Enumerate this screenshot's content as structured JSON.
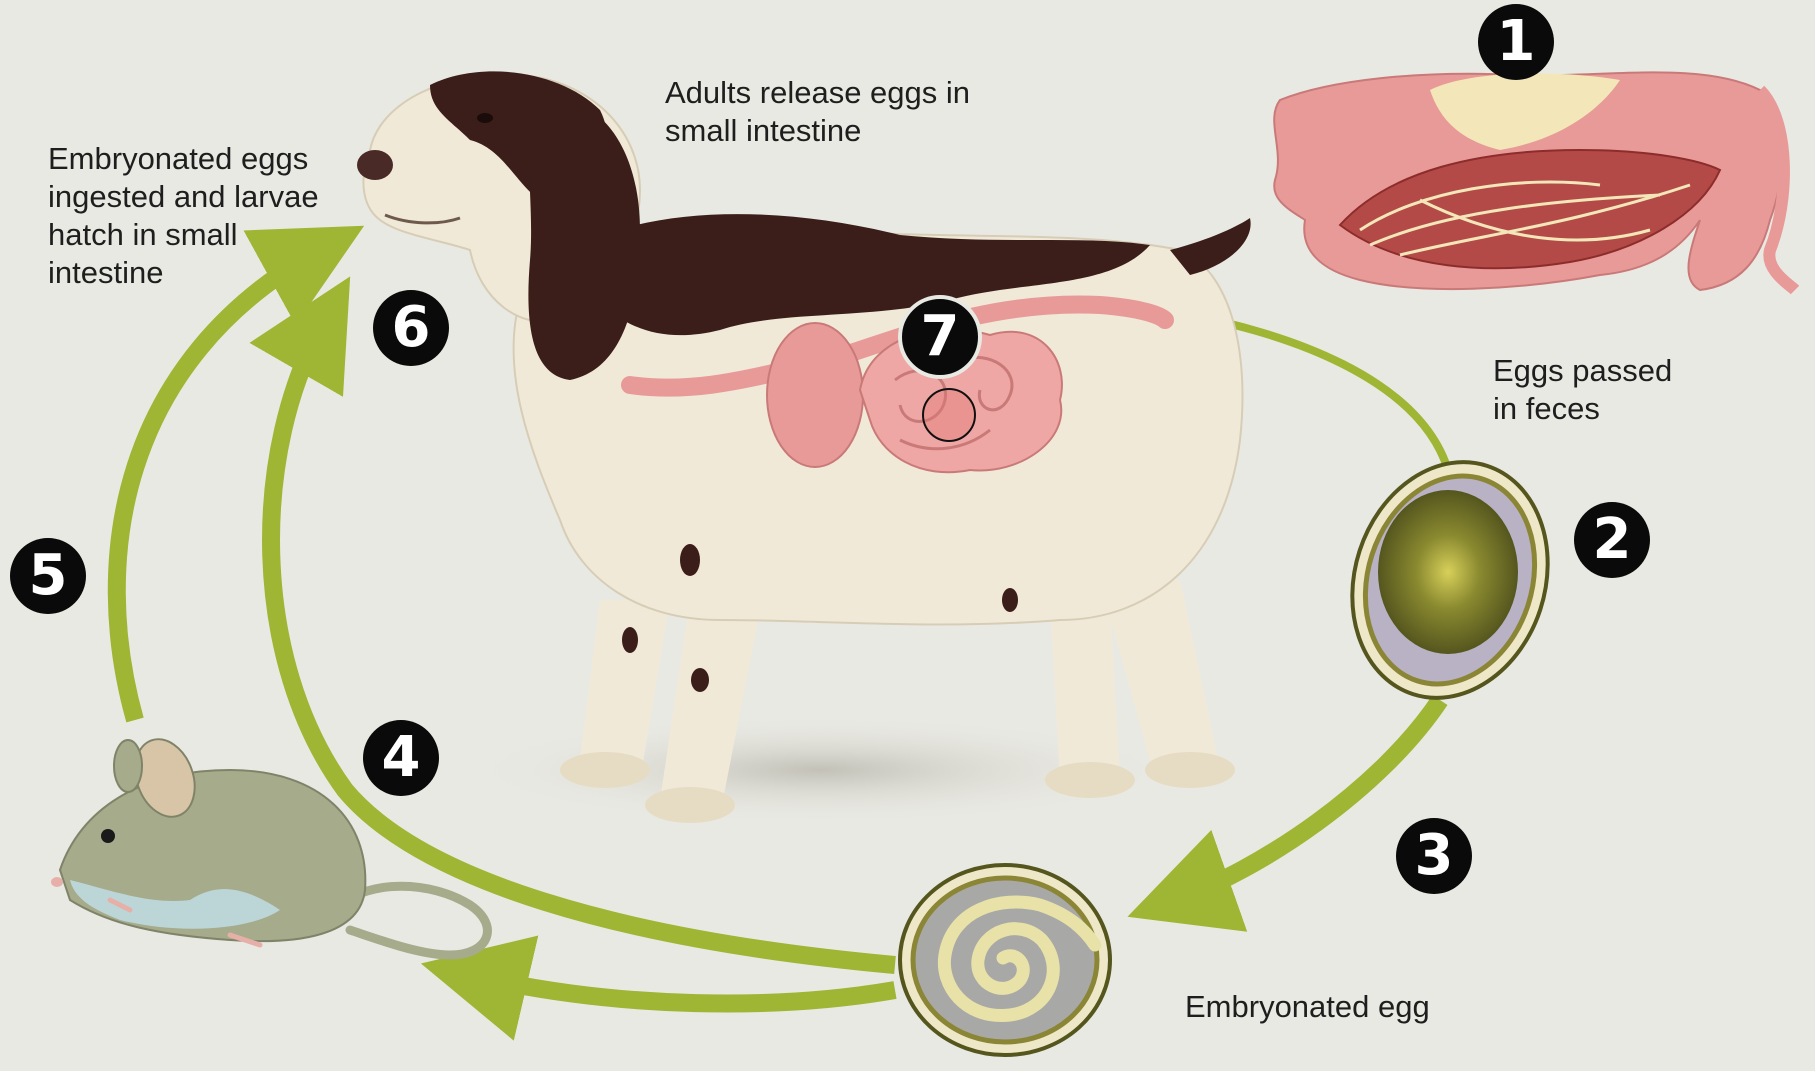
{
  "labels": {
    "adults_release": "Adults release eggs in\nsmall intestine",
    "embryonated_ingested": "Embryonated eggs\ningested and larvae\nhatch in small\nintestine",
    "eggs_passed": "Eggs passed\nin feces",
    "embryonated_egg": "Embryonated egg"
  },
  "steps": [
    "1",
    "2",
    "3",
    "4",
    "5",
    "6",
    "7"
  ],
  "colors": {
    "background": "#e9e9e3",
    "arrow": "#9fb534",
    "badge": "#0a0a0a",
    "intestine": "#e89a98",
    "dog_coat": "#f1e9d7",
    "dog_patch": "#3b1e19",
    "mouse": "#a6ab8b",
    "egg_yolk": "#7b7a2a"
  },
  "icons": [
    "dog-illustration",
    "intestine-illustration",
    "egg-illustration",
    "embryonated-egg-illustration",
    "mouse-illustration"
  ]
}
